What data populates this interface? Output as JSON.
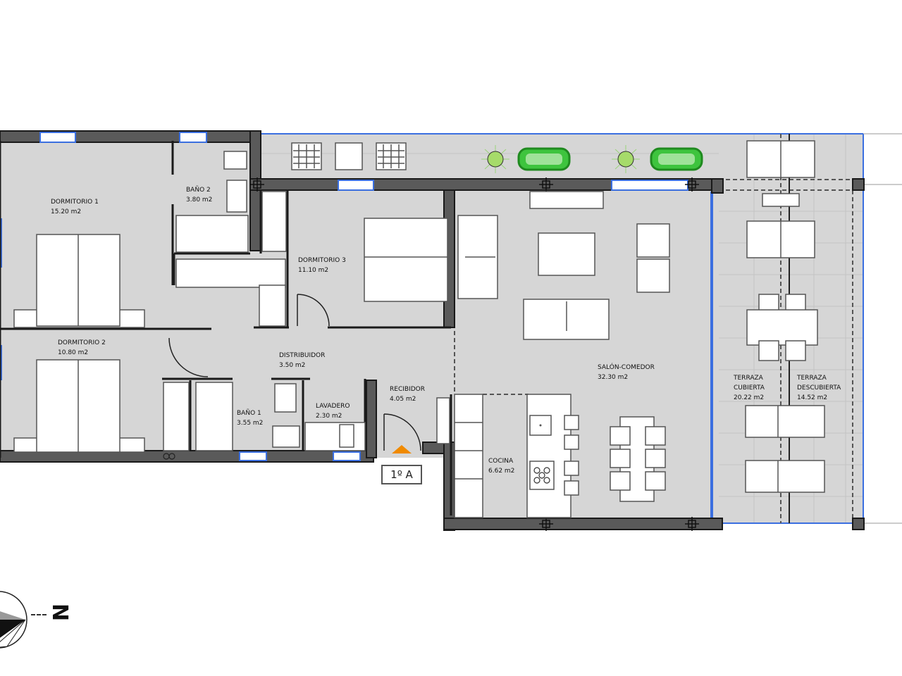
{
  "plan": {
    "unit_label": "1º A",
    "north_label": "N",
    "colors": {
      "floor": "#d6d6d6",
      "wall": "#5a5a5a",
      "wall_outline": "#1a1a1a",
      "glazing": "#3b6fe0",
      "entry_marker": "#f08a00",
      "plant": "#3ec43e",
      "plant_dark": "#1f8a1f",
      "furniture": "#ffffff"
    },
    "rooms": [
      {
        "id": "dormitorio-1",
        "name": "DORMITORIO 1",
        "area": "15.20 m2"
      },
      {
        "id": "bano-2",
        "name": "BAÑO 2",
        "area": "3.80 m2"
      },
      {
        "id": "dormitorio-3",
        "name": "DORMITORIO 3",
        "area": "11.10 m2"
      },
      {
        "id": "dormitorio-2",
        "name": "DORMITORIO 2",
        "area": "10.80 m2"
      },
      {
        "id": "distribuidor",
        "name": "DISTRIBUIDOR",
        "area": "3.50 m2"
      },
      {
        "id": "bano-1",
        "name": "BAÑO 1",
        "area": "3.55 m2"
      },
      {
        "id": "lavadero",
        "name": "LAVADERO",
        "area": "2.30 m2"
      },
      {
        "id": "recibidor",
        "name": "RECIBIDOR",
        "area": "4.05 m2"
      },
      {
        "id": "salon-comedor",
        "name": "SALÓN-COMEDOR",
        "area": "32.30 m2"
      },
      {
        "id": "cocina",
        "name": "COCINA",
        "area": "6.62 m2"
      },
      {
        "id": "terraza-cubierta",
        "name": "TERRAZA CUBIERTA",
        "name_l1": "TERRAZA",
        "name_l2": "CUBIERTA",
        "area": "20.22 m2"
      },
      {
        "id": "terraza-descubierta",
        "name": "TERRAZA DESCUBIERTA",
        "name_l1": "TERRAZA",
        "name_l2": "DESCUBIERTA",
        "area": "14.52 m2"
      }
    ]
  }
}
